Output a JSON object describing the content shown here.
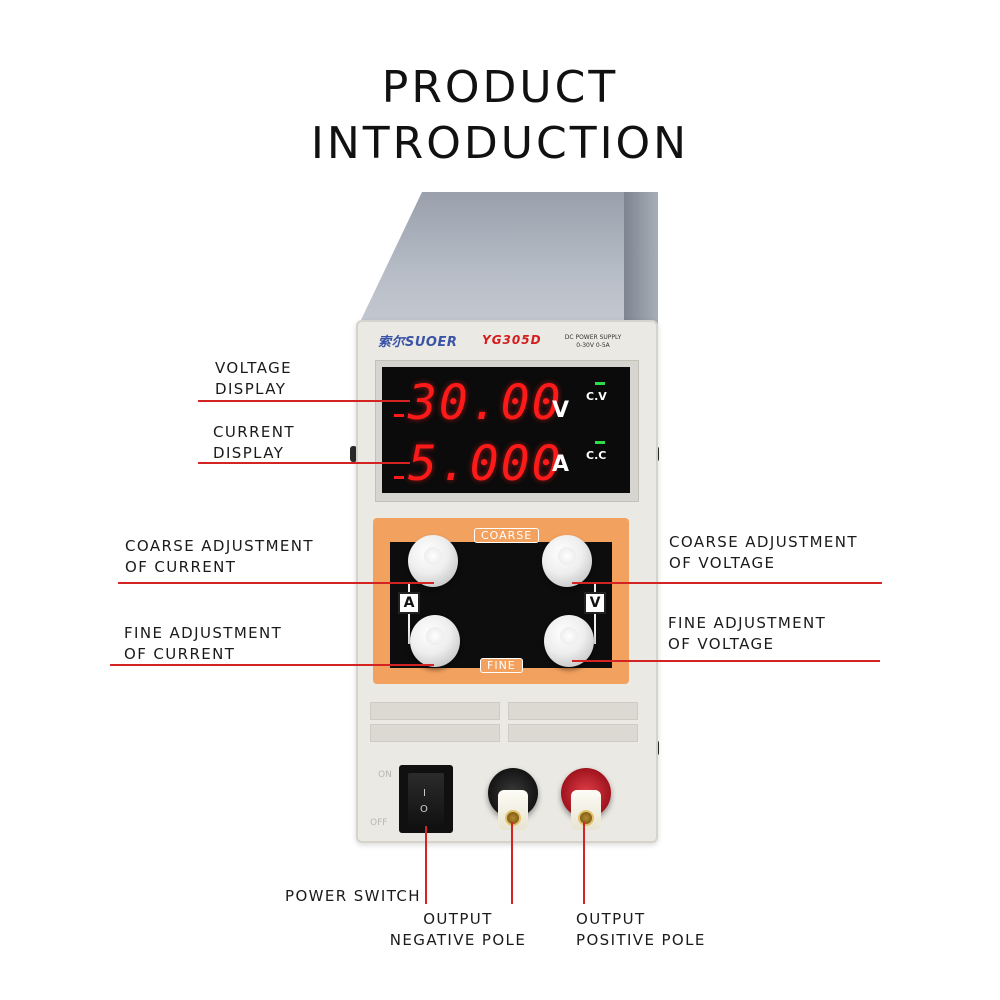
{
  "title_line1": "PRODUCT",
  "title_line2": "INTRODUCTION",
  "device": {
    "brand": "索尔SUOER",
    "model": "YG305D",
    "spec_line1": "DC POWER SUPPLY",
    "spec_line2": "0-30V     0-5A",
    "voltage_reading": "30.00",
    "voltage_unit": "V",
    "current_reading": "5.000",
    "current_unit": "A",
    "cv_indicator": "C.V",
    "cc_indicator": "C.C",
    "coarse_tag": "COARSE",
    "fine_tag": "FINE",
    "channel_a": "A",
    "channel_v": "V",
    "switch_on": "ON",
    "switch_off": "OFF",
    "switch_i": "I",
    "switch_o": "O"
  },
  "labels": {
    "voltage_display": [
      "VOLTAGE",
      "DISPLAY"
    ],
    "current_display": [
      "CURRENT",
      "DISPLAY"
    ],
    "coarse_current": [
      "COARSE ADJUSTMENT",
      "OF CURRENT"
    ],
    "fine_current": [
      "FINE ADJUSTMENT",
      "OF CURRENT"
    ],
    "coarse_voltage": [
      "COARSE ADJUSTMENT",
      "OF VOLTAGE"
    ],
    "fine_voltage": [
      "FINE ADJUSTMENT",
      "OF VOLTAGE"
    ],
    "power_switch": "POWER SWITCH",
    "negative_pole": [
      "OUTPUT",
      "NEGATIVE POLE"
    ],
    "positive_pole": [
      "OUTPUT",
      "POSITIVE POLE"
    ]
  },
  "colors": {
    "callout_line": "#d42323",
    "display_digits": "#ff1a1a",
    "knob_panel": "#f3a15e",
    "brand_blue": "#3a53a5"
  }
}
